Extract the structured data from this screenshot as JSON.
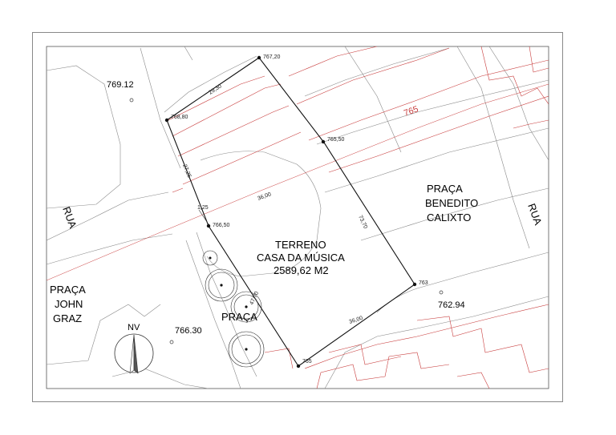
{
  "title": {
    "line1": "TERRENO",
    "line2": "CASA DA MÚSICA",
    "line3": "2589,62 M2"
  },
  "places": {
    "praca_benedito": [
      "PRAÇA",
      "BENEDITO",
      "CALIXTO"
    ],
    "praca_john": [
      "PRAÇA",
      "JOHN",
      "GRAZ"
    ],
    "praca": "PRAÇA",
    "rua_left": "RUA",
    "rua_right": "RUA",
    "north": "NV"
  },
  "spot_elevations": {
    "nw": "769.12",
    "sw": "766.30",
    "se": "762.94"
  },
  "vertex_elevations": {
    "top": "767,20",
    "left": "768,80",
    "right_mid": "765,50",
    "left_mid": "766,50",
    "right_low": "763",
    "bottom": "765"
  },
  "contour": {
    "label": "765",
    "color": "#c83c3c"
  },
  "dimensions": {
    "top_edge": "29,30",
    "left_edge": "27,25",
    "offset": "1,25",
    "interior": "36,00",
    "right_edge": "73,70",
    "left_lower_edge": "47,70",
    "bottom_edge": "36,00"
  }
}
